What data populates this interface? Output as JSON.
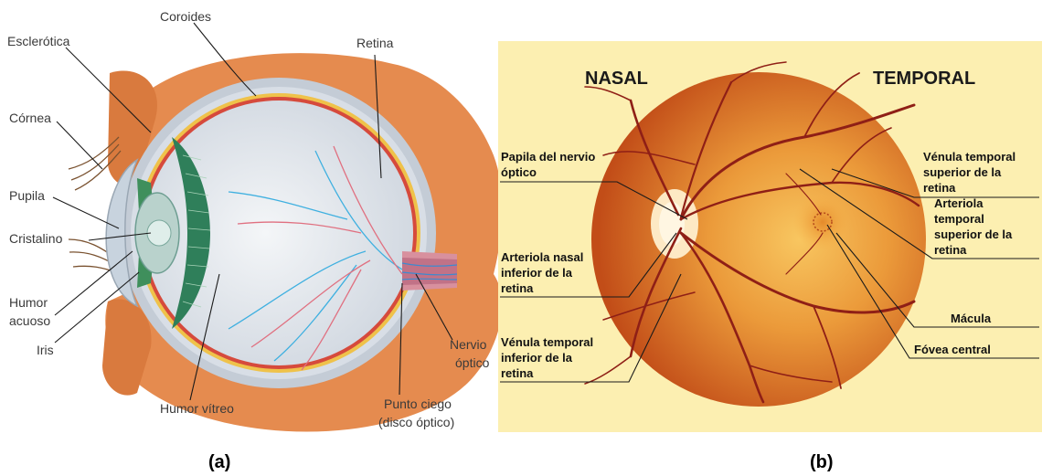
{
  "panel_a": {
    "caption": "(a)",
    "labels": {
      "coroides": "Coroides",
      "esclerotica": "Esclerótica",
      "retina": "Retina",
      "cornea": "Córnea",
      "pupila": "Pupila",
      "cristalino": "Cristalino",
      "humor_acuoso_1": "Humor",
      "humor_acuoso_2": "acuoso",
      "iris": "Iris",
      "humor_vitreo": "Humor vítreo",
      "nervio_optico_1": "Nervio",
      "nervio_optico_2": "óptico",
      "punto_ciego_1": "Punto ciego",
      "punto_ciego_2": "(disco óptico)"
    }
  },
  "panel_b": {
    "caption": "(b)",
    "headers": {
      "nasal": "NASAL",
      "temporal": "TEMPORAL"
    },
    "labels": {
      "papila_1": "Papila del nervio",
      "papila_2": "óptico",
      "arteriola_nasal_1": "Arteriola nasal",
      "arteriola_nasal_2": "inferior de la",
      "arteriola_nasal_3": "retina",
      "venula_inf_1": "Vénula temporal",
      "venula_inf_2": "inferior de la",
      "venula_inf_3": "retina",
      "venula_sup_1": "Vénula temporal",
      "venula_sup_2": "superior de la",
      "venula_sup_3": "retina",
      "arteriola_sup_1": "Arteriola",
      "arteriola_sup_2": "temporal",
      "arteriola_sup_3": "superior de la",
      "arteriola_sup_4": "retina",
      "macula": "Mácula",
      "fovea": "Fóvea central"
    }
  },
  "colors": {
    "sclera": "#d6dde6",
    "choroid": "#d64a3c",
    "retina_layer": "#efc24a",
    "vitreous": "#e6eaf0",
    "iris_green": "#2f7f5a",
    "muscle": "#e8874c",
    "fundus_outer": "#c9581f",
    "fundus_inner": "#f3a93e",
    "vessel": "#8f1f16",
    "panel_b_bg": "#fcefb1"
  }
}
